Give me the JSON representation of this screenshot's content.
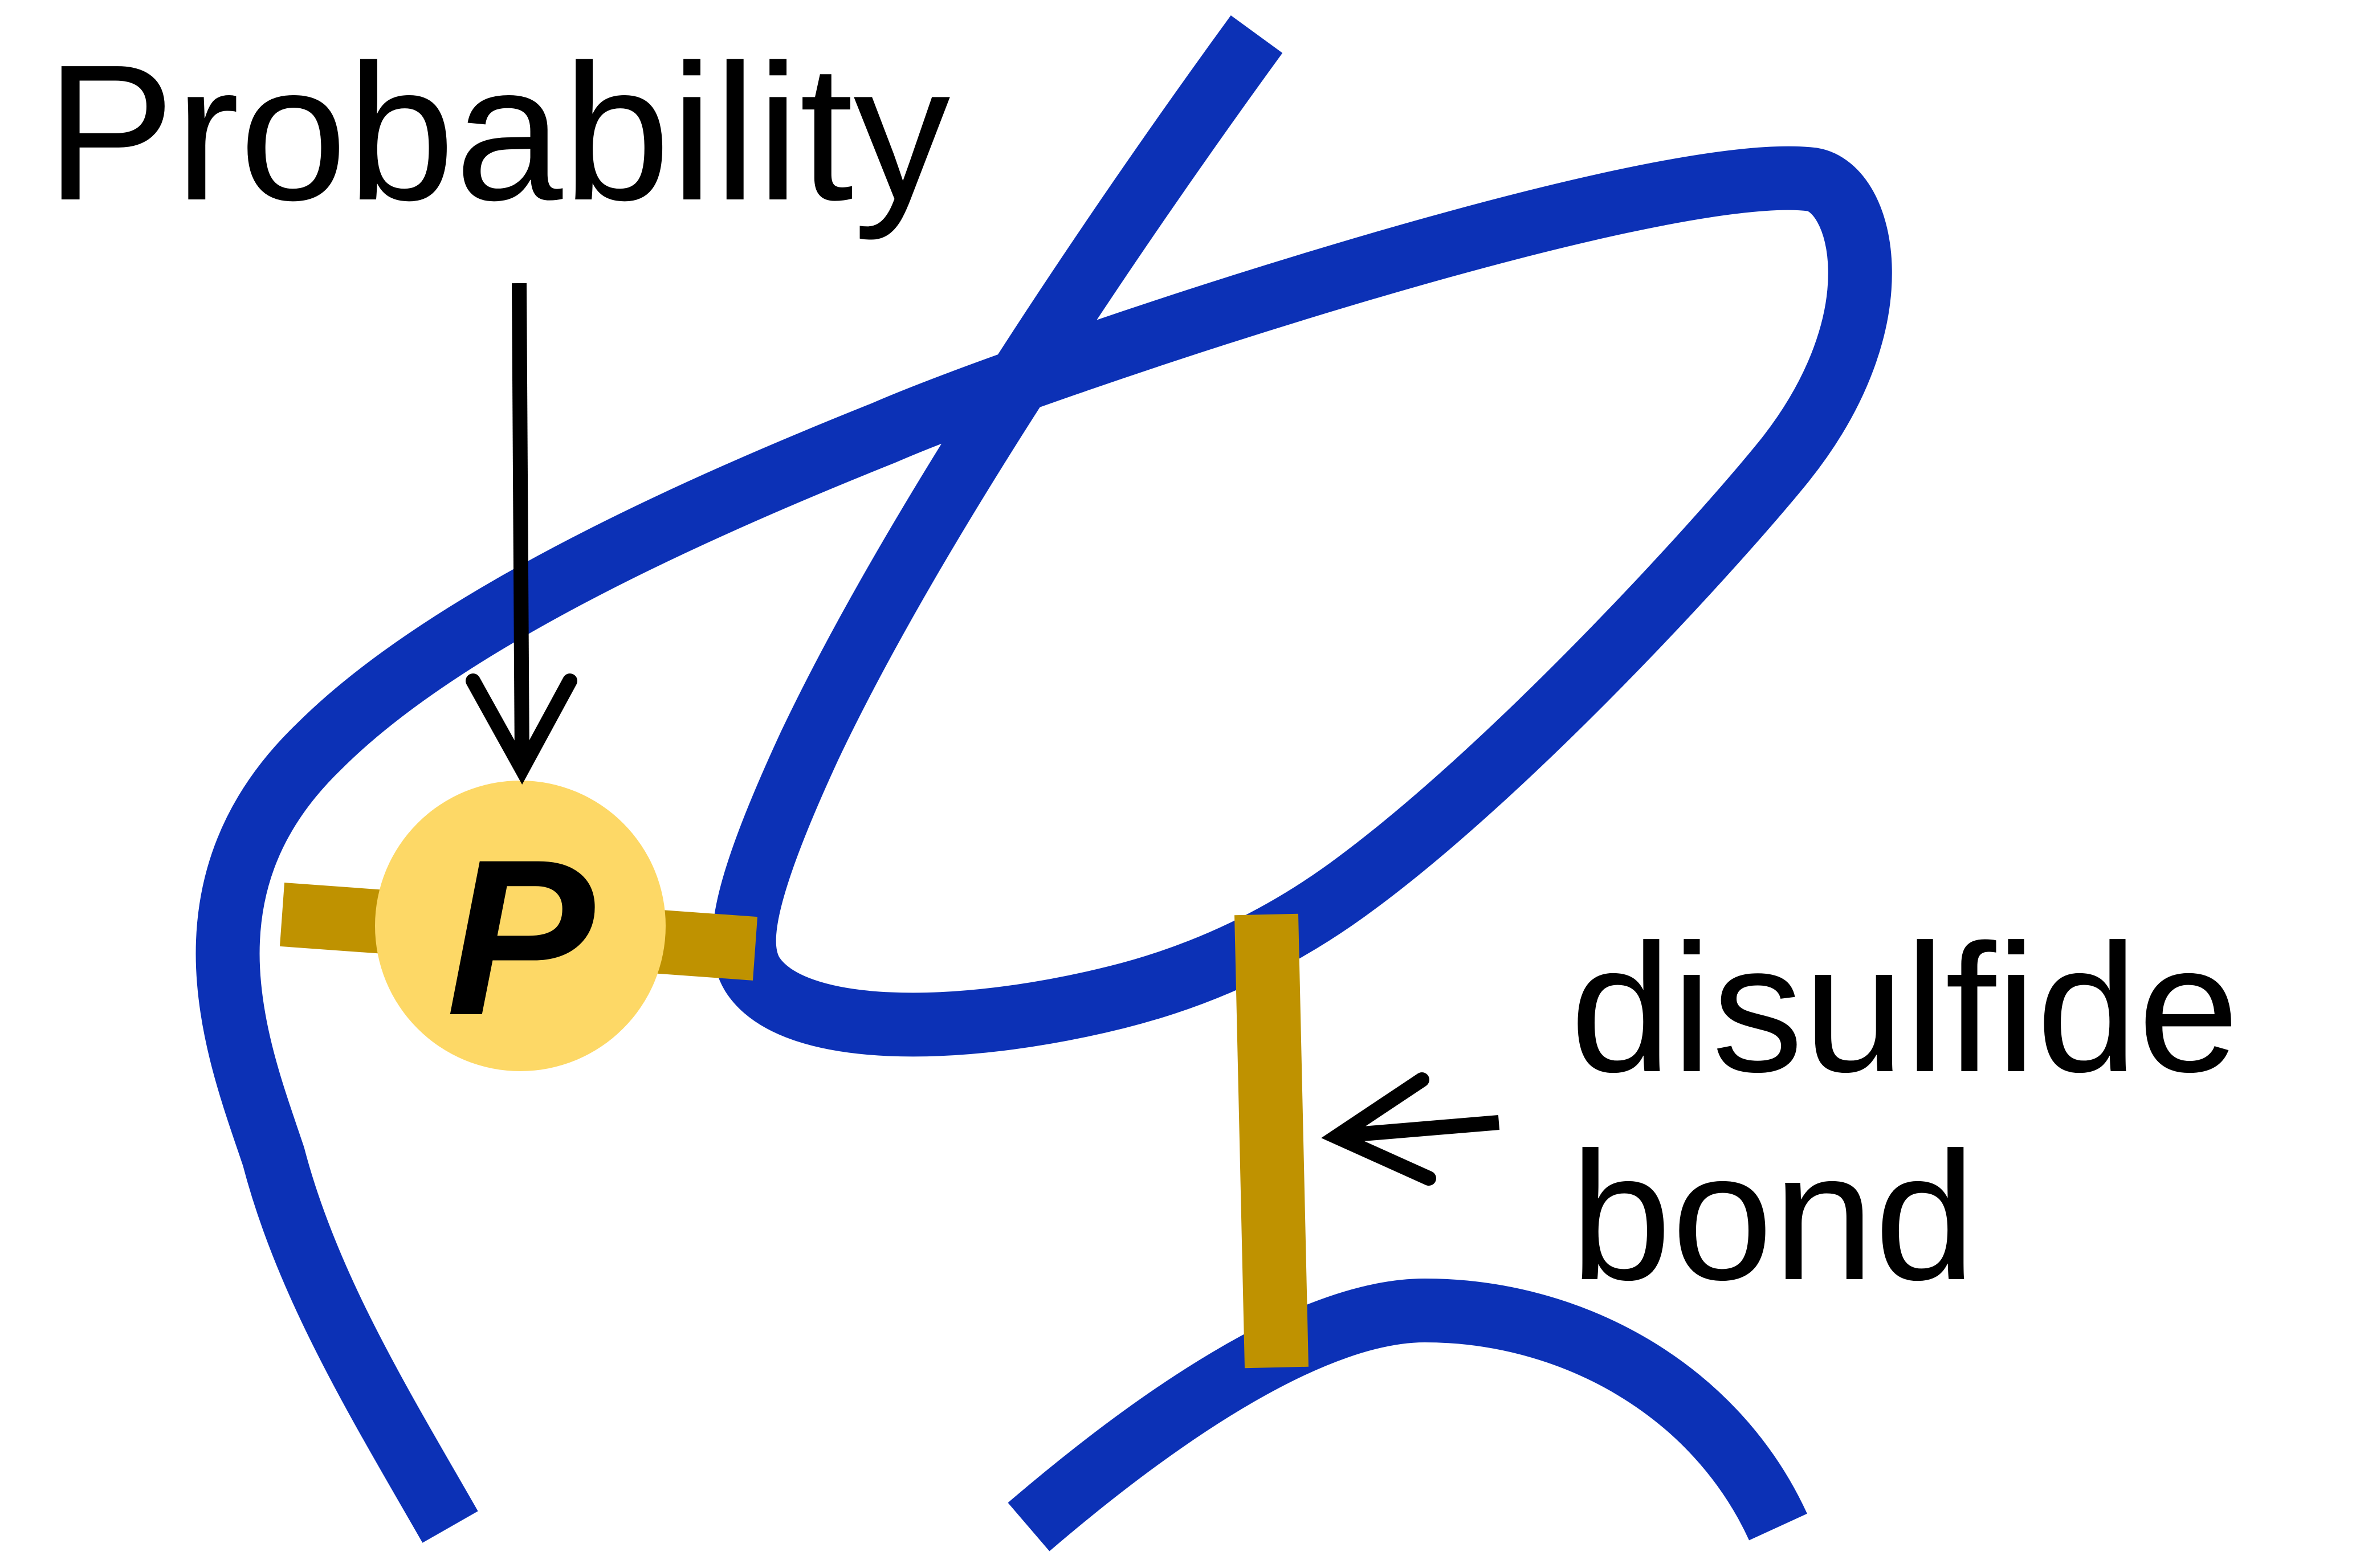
{
  "labels": {
    "probability": "Probability",
    "disulfide_line1": "disulfide",
    "disulfide_line2": "bond",
    "marker_letter": "P"
  },
  "colors": {
    "chain": "#0c31b6",
    "bond": "#bf9200",
    "marker_fill": "#fdd866",
    "text": "#000000",
    "background": "#ffffff"
  }
}
